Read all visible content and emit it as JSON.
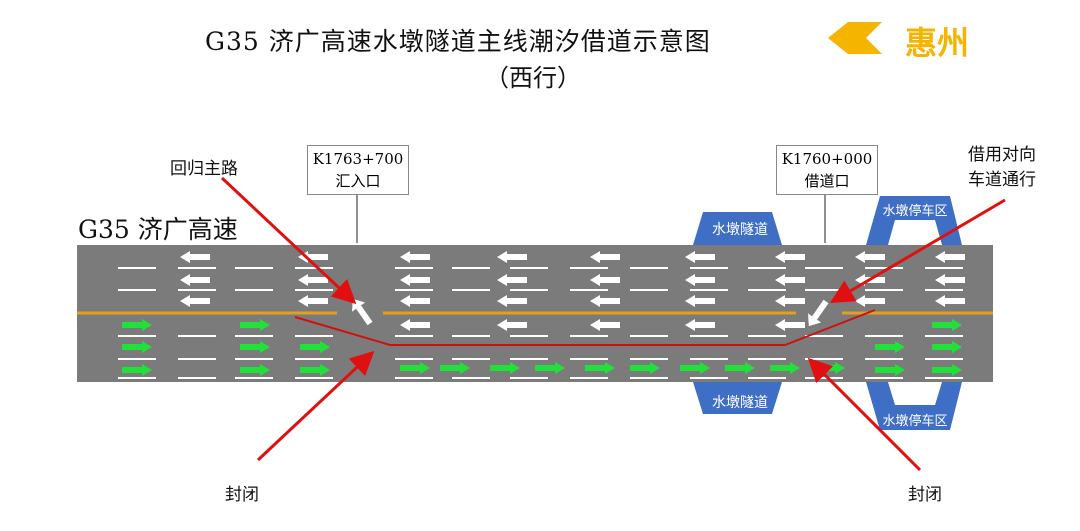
{
  "title": "G35 济广高速水墩隧道主线潮汐借道示意图",
  "subtitle": "（西行）",
  "destination": "惠州",
  "road_name": "G35 济广高速",
  "labels": {
    "return_main": "回归主路",
    "borrow_lane": "借用对向\n车道通行",
    "closed_left": "封闭",
    "closed_right": "封闭"
  },
  "markers": [
    {
      "km": "K1763+700",
      "name": "汇入口"
    },
    {
      "km": "K1760+000",
      "name": "借道口"
    }
  ],
  "tunnel_top": "水墩隧道",
  "tunnel_bottom": "水墩隧道",
  "parking_top": "水墩停车区",
  "parking_bottom": "水墩停车区",
  "colors": {
    "road": "#7b7b7b",
    "tunnel": "#3f6fc4",
    "arrow_dest": "#f4b400",
    "westbound": "#ffffff",
    "eastbound": "#22e03a",
    "closure": "#e01010",
    "centerline": "#e0a020"
  }
}
